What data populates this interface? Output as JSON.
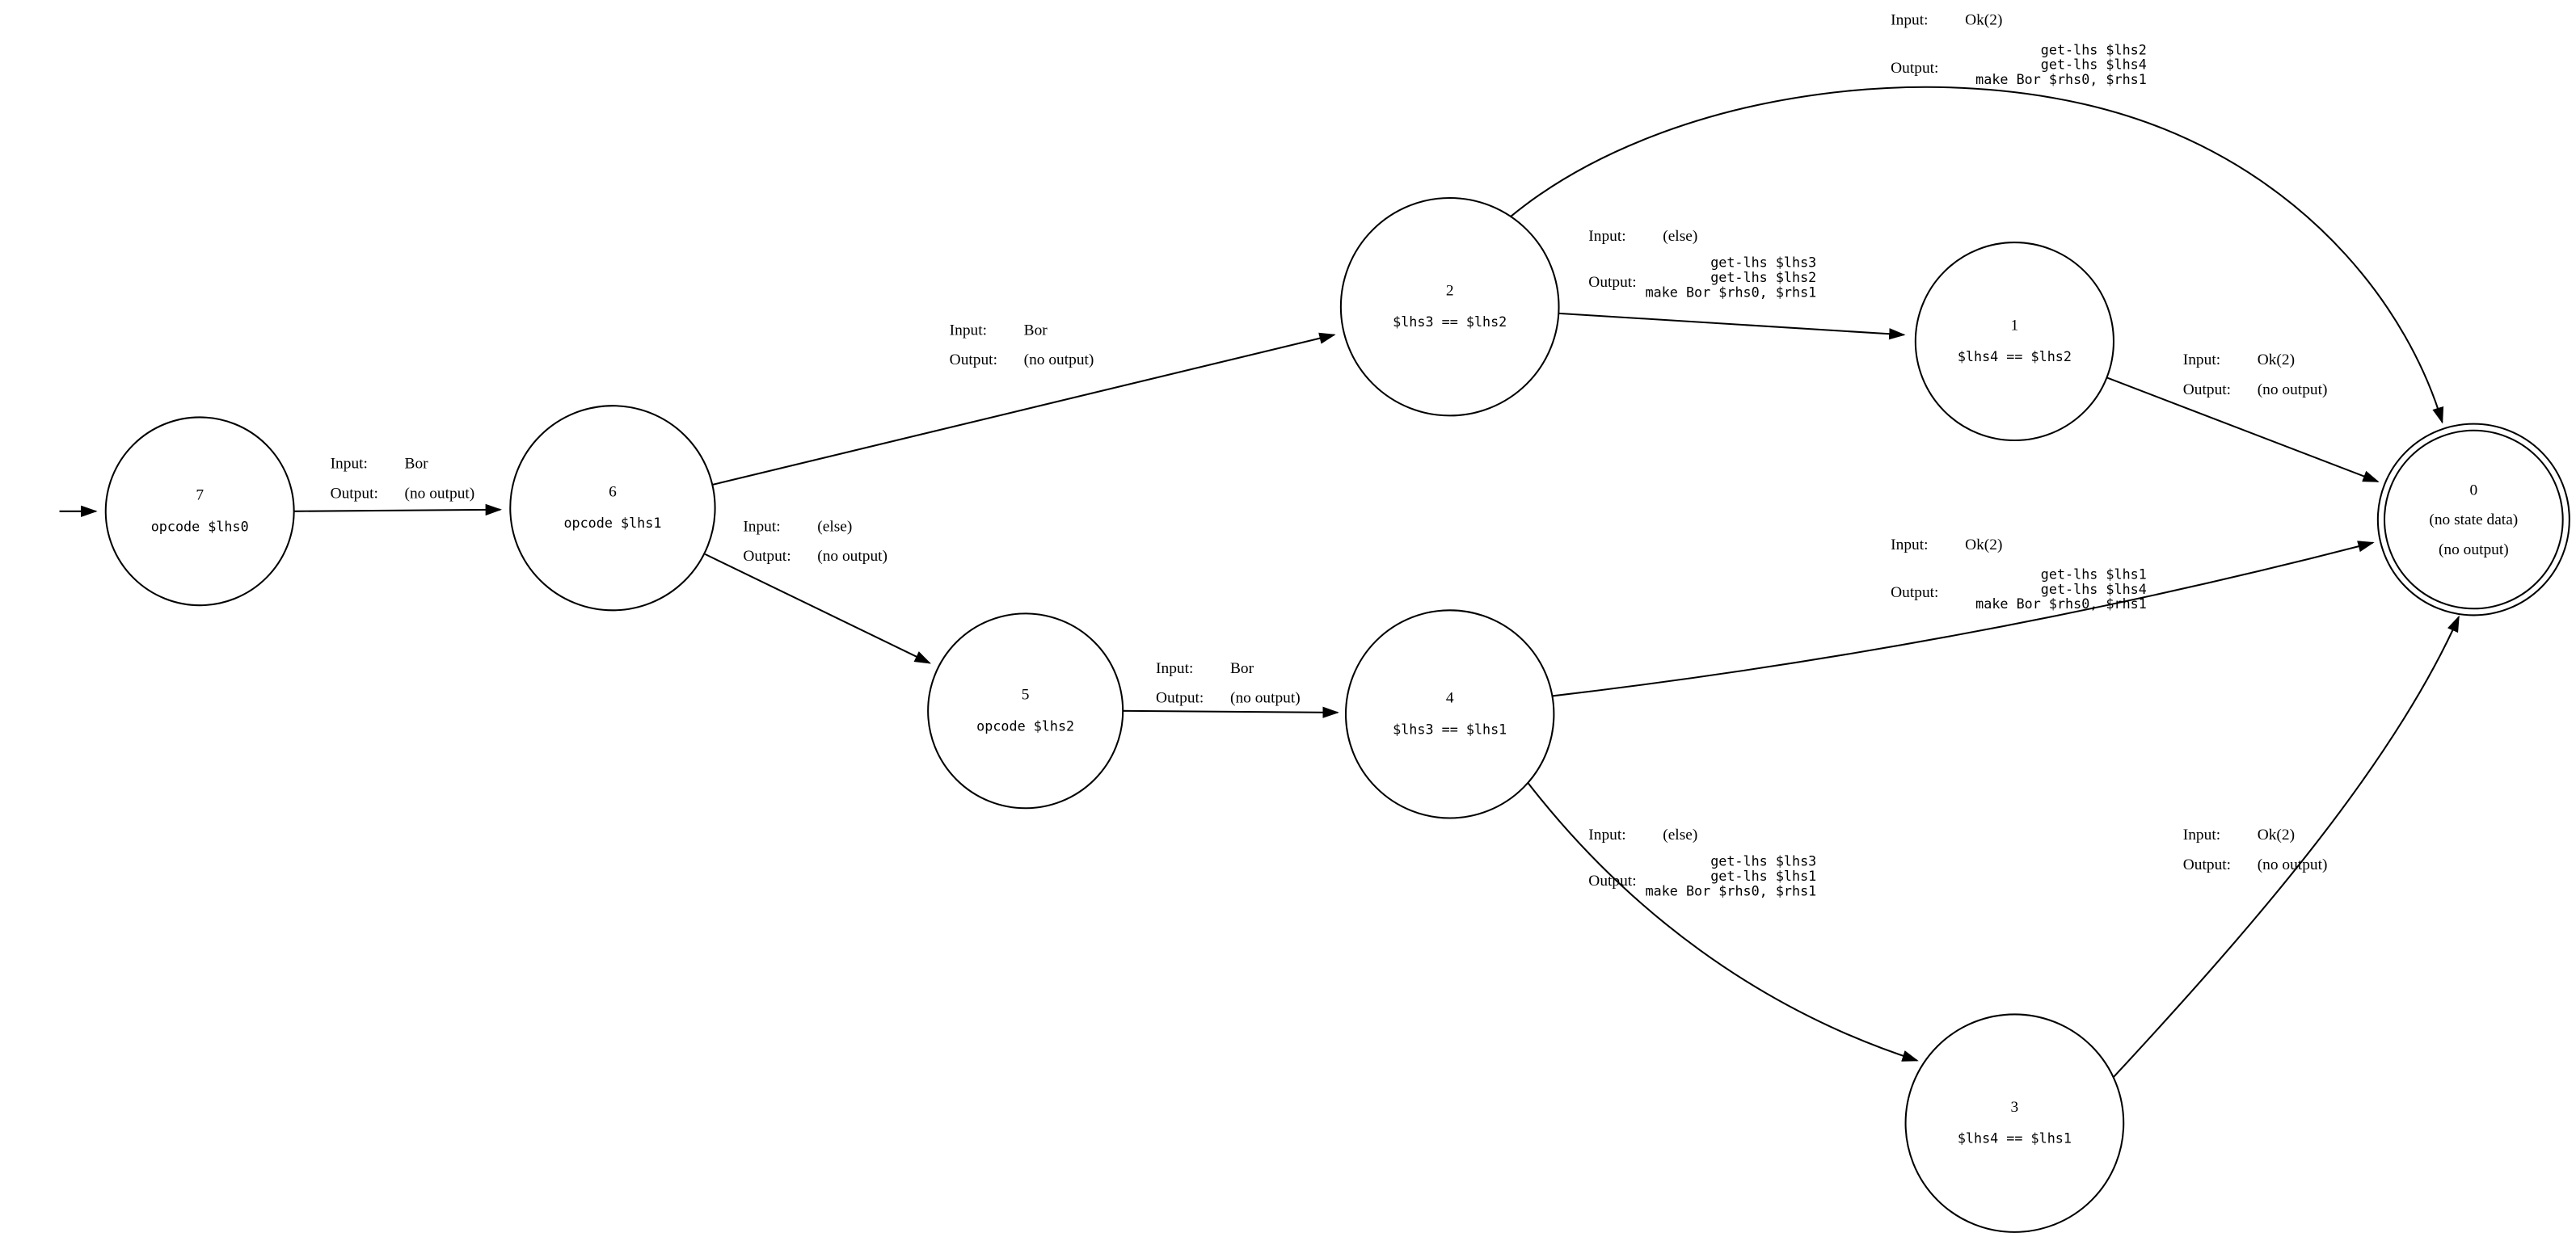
{
  "labels": {
    "input": "Input:",
    "output": "Output:"
  },
  "states": {
    "s7": {
      "id": "7",
      "data": "opcode $lhs0"
    },
    "s6": {
      "id": "6",
      "data": "opcode $lhs1"
    },
    "s5": {
      "id": "5",
      "data": "opcode $lhs2"
    },
    "s2": {
      "id": "2",
      "data": "$lhs3 == $lhs2"
    },
    "s4": {
      "id": "4",
      "data": "$lhs3 == $lhs1"
    },
    "s1": {
      "id": "1",
      "data": "$lhs4 == $lhs2"
    },
    "s3": {
      "id": "3",
      "data": "$lhs4 == $lhs1"
    },
    "s0": {
      "id": "0",
      "data": "(no state data)",
      "output": "(no output)"
    }
  },
  "edges": {
    "e7_6": {
      "from": "7",
      "to": "6",
      "input": "Bor",
      "out1": "(no output)"
    },
    "e6_2": {
      "from": "6",
      "to": "2",
      "input": "Bor",
      "out1": "(no output)"
    },
    "e6_5": {
      "from": "6",
      "to": "5",
      "input": "(else)",
      "out1": "(no output)"
    },
    "e2_0": {
      "from": "2",
      "to": "0",
      "input": "Ok(2)",
      "out1": "get-lhs $lhs2",
      "out2": "get-lhs $lhs4",
      "out3": "make Bor $rhs0, $rhs1"
    },
    "e2_1": {
      "from": "2",
      "to": "1",
      "input": "(else)",
      "out1": "get-lhs $lhs3",
      "out2": "get-lhs $lhs2",
      "out3": "make Bor $rhs0, $rhs1"
    },
    "e1_0": {
      "from": "1",
      "to": "0",
      "input": "Ok(2)",
      "out1": "(no output)"
    },
    "e5_4": {
      "from": "5",
      "to": "4",
      "input": "Bor",
      "out1": "(no output)"
    },
    "e4_0": {
      "from": "4",
      "to": "0",
      "input": "Ok(2)",
      "out1": "get-lhs $lhs1",
      "out2": "get-lhs $lhs4",
      "out3": "make Bor $rhs0, $rhs1"
    },
    "e4_3": {
      "from": "4",
      "to": "3",
      "input": "(else)",
      "out1": "get-lhs $lhs3",
      "out2": "get-lhs $lhs1",
      "out3": "make Bor $rhs0, $rhs1"
    },
    "e3_0": {
      "from": "3",
      "to": "0",
      "input": "Ok(2)",
      "out1": "(no output)"
    }
  }
}
